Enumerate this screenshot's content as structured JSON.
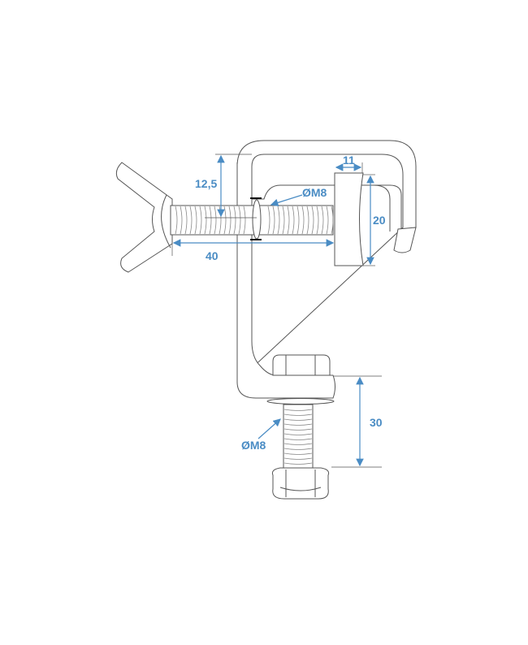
{
  "dimensions": {
    "height_top": "12,5",
    "pad_width": "11",
    "pad_height": "20",
    "bolt_length": "40",
    "bottom_bolt_length": "30",
    "top_thread": "ØM8",
    "bottom_thread": "ØM8"
  },
  "colors": {
    "dimension": "#4a8cc4",
    "outline": "#555555"
  }
}
